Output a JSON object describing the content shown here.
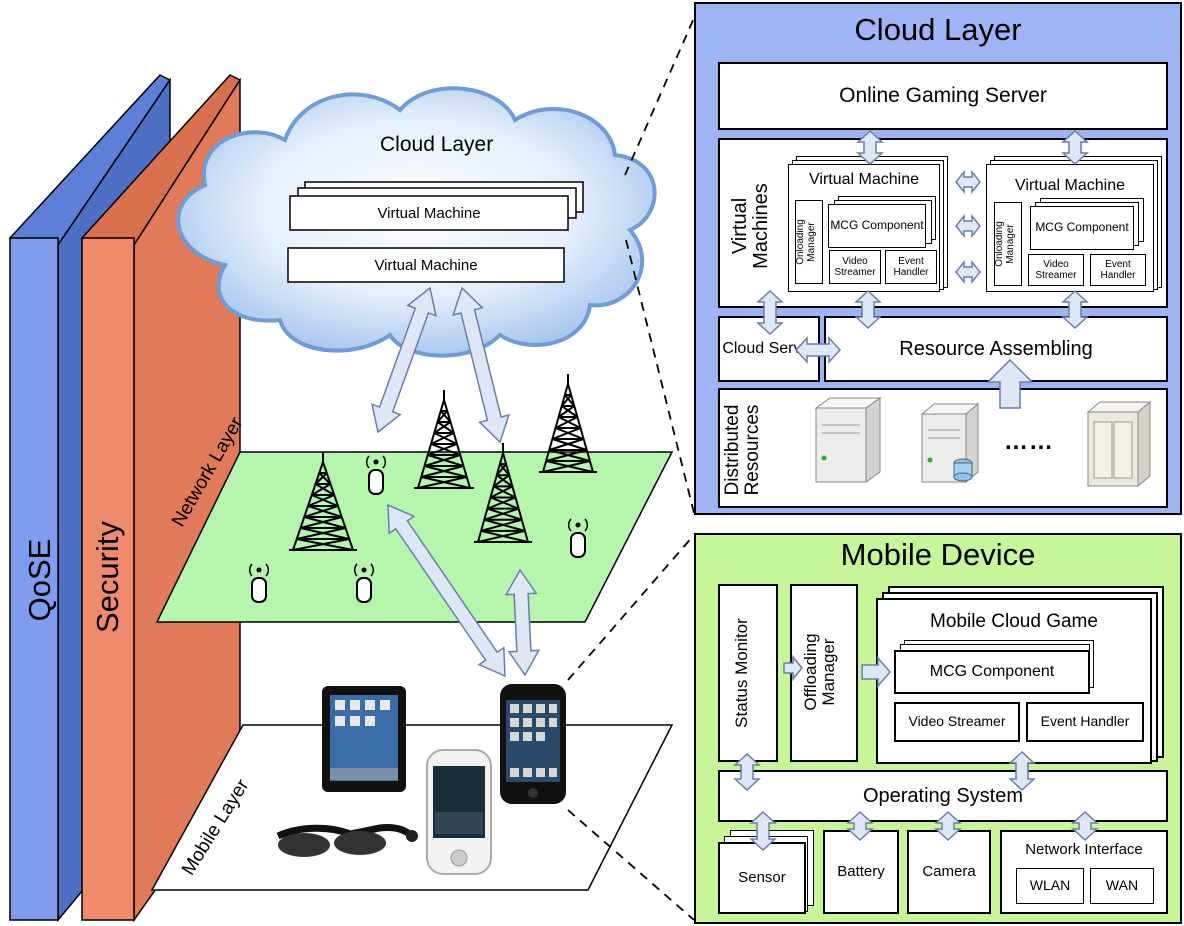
{
  "left": {
    "qose": "QoSE",
    "security": "Security",
    "cloud_layer": "Cloud Layer",
    "vm1": "Virtual Machine",
    "vm2": "Virtual Machine",
    "network_layer": "Network Layer",
    "mobile_layer": "Mobile Layer"
  },
  "cloud_panel": {
    "title": "Cloud Layer",
    "online_gaming_server": "Online Gaming Server",
    "virtual_machines": "Virtual Machines",
    "vm_a": {
      "title": "Virtual Machine",
      "onloading_manager": "Onloading Manager",
      "mcg_component": "MCG Component",
      "video_streamer": "Video Streamer",
      "event_handler": "Event Handler"
    },
    "vm_b": {
      "title": "Virtual Machine",
      "onloading_manager": "Onloading Manager",
      "mcg_component": "MCG Component",
      "video_streamer": "Video Streamer",
      "event_handler": "Event Handler"
    },
    "cloud_server": "Cloud Server",
    "resource_assembling": "Resource Assembling",
    "distributed_resources": "Distributed Resources",
    "ellipsis": "……"
  },
  "mobile_panel": {
    "title": "Mobile Device",
    "status_monitor": "Status Monitor",
    "offloading_manager": "Offloading Manager",
    "mobile_cloud_game": "Mobile Cloud Game",
    "mcg_component": "MCG Component",
    "video_streamer": "Video Streamer",
    "event_handler": "Event Handler",
    "operating_system": "Operating System",
    "sensor": "Sensor",
    "battery": "Battery",
    "camera": "Camera",
    "network_interface": "Network Interface",
    "wlan": "WLAN",
    "wan": "WAN"
  },
  "colors": {
    "qose": "#7f9cef",
    "security": "#f08a6c",
    "cloud_panel_bg": "#9fb4f5",
    "mobile_panel_bg": "#c6f59a",
    "network_plane": "#b5f5ae",
    "arrow_fill": "#dde7f6"
  }
}
